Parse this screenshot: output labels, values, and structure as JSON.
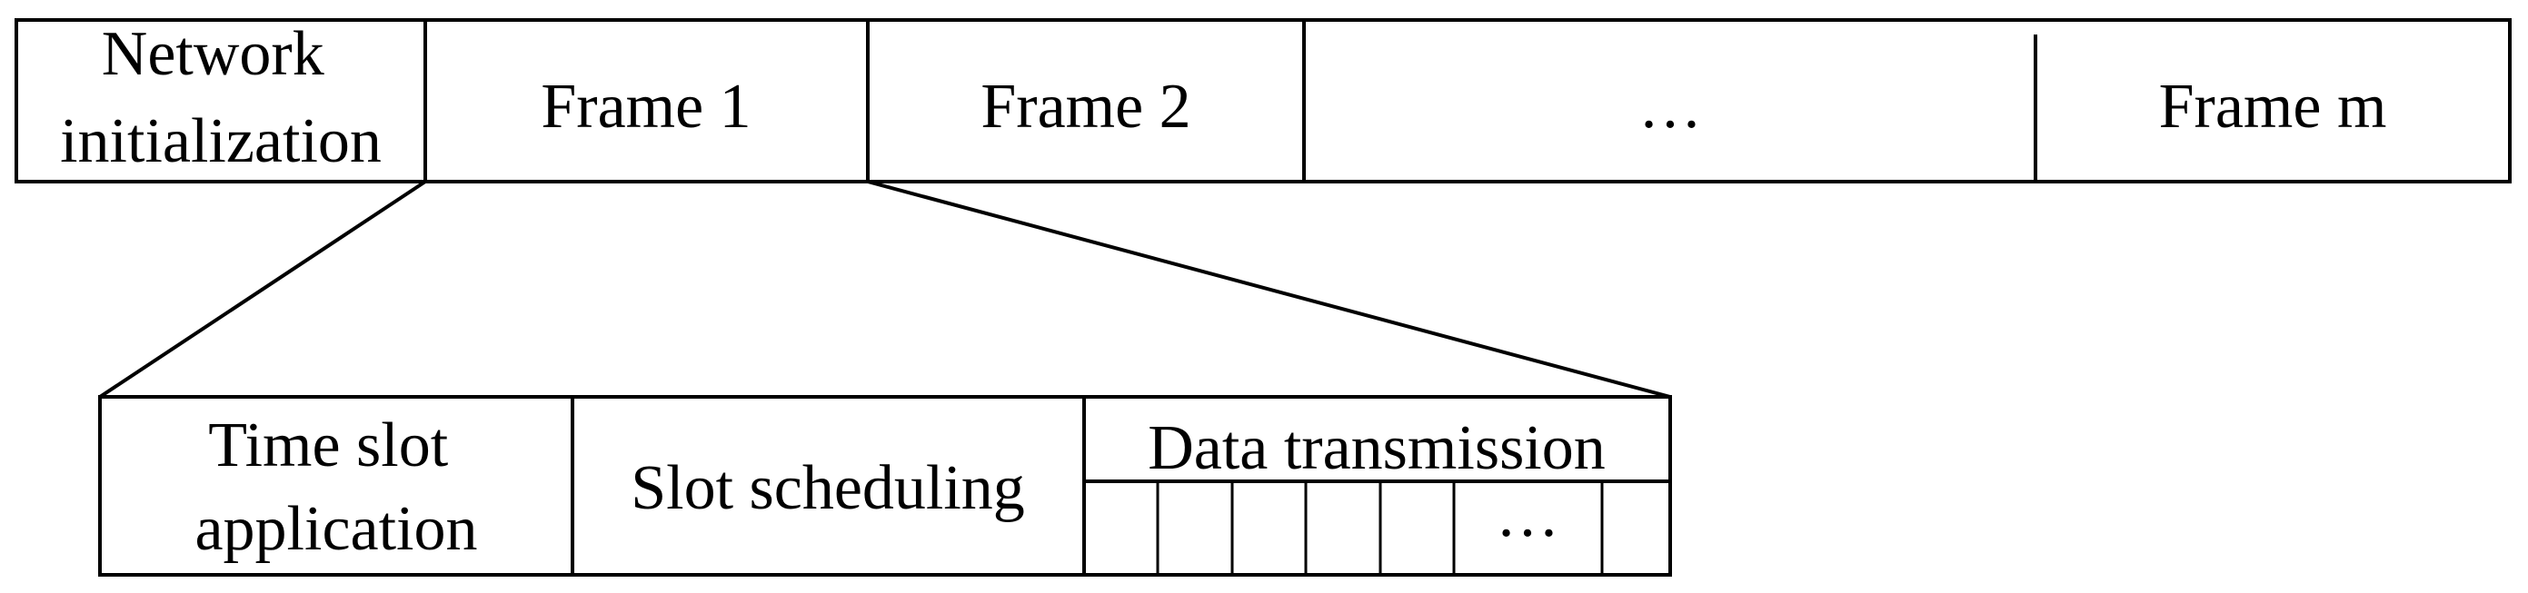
{
  "top_row": {
    "network_init": [
      "Network",
      "initialization"
    ],
    "frame1": "Frame 1",
    "frame2": "Frame 2",
    "ellipsis": "…",
    "frame_m": "Frame m"
  },
  "frame_detail": {
    "time_slot": [
      "Time slot",
      "application"
    ],
    "slot_scheduling": "Slot scheduling",
    "data_transmission": "Data transmission",
    "slots_ellipsis": "…"
  },
  "colors": {
    "stroke": "#000000",
    "background": "#ffffff"
  }
}
